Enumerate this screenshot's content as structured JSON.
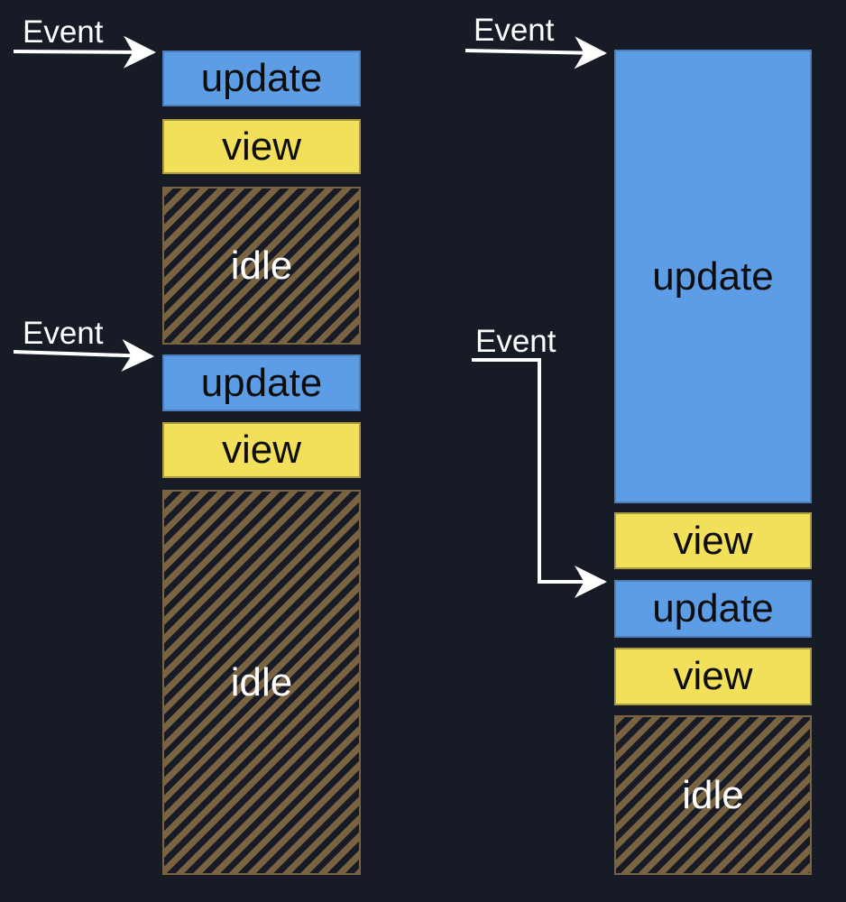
{
  "diagram": {
    "description": "Event processing timelines showing update, view and idle phases"
  },
  "palette": {
    "background": "#171b26",
    "update_fill": "#5d9de6",
    "update_border": "#4b80bd",
    "view_fill": "#f2e05a",
    "view_border": "#a99b3e",
    "idle_stripe": "#7a6340",
    "label_dark": "#0d0d0d",
    "label_light": "#ffffff",
    "arrow": "#ffffff"
  },
  "timelines": [
    {
      "name": "left",
      "blocks": [
        {
          "kind": "update",
          "label": "update"
        },
        {
          "kind": "view",
          "label": "view"
        },
        {
          "kind": "idle",
          "label": "idle"
        },
        {
          "kind": "update",
          "label": "update"
        },
        {
          "kind": "view",
          "label": "view"
        },
        {
          "kind": "idle",
          "label": "idle"
        }
      ]
    },
    {
      "name": "right",
      "blocks": [
        {
          "kind": "update",
          "label": "update"
        },
        {
          "kind": "view",
          "label": "view"
        },
        {
          "kind": "update",
          "label": "update"
        },
        {
          "kind": "view",
          "label": "view"
        },
        {
          "kind": "idle",
          "label": "idle"
        }
      ]
    }
  ],
  "events": [
    {
      "label": "Event"
    },
    {
      "label": "Event"
    },
    {
      "label": "Event"
    },
    {
      "label": "Event"
    }
  ]
}
